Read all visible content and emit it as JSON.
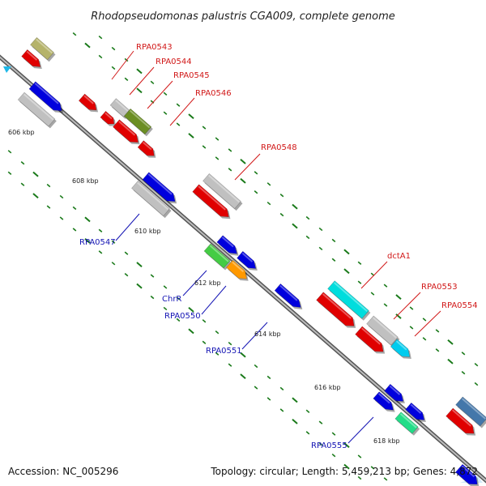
{
  "title": "Rhodopseudomonas palustris CGA009, complete genome",
  "footer": {
    "accession": "Accession: NC_005296",
    "summary": "Topology: circular; Length: 5,459,213 bp; Genes: 4,872"
  },
  "colors": {
    "backbone": "#7f7f7f",
    "tick": "#1a7a1a",
    "label_forward": "#d11818",
    "label_reverse": "#1414b4"
  },
  "kbp_labels": [
    "606 kbp",
    "608 kbp",
    "610 kbp",
    "612 kbp",
    "614 kbp",
    "616 kbp",
    "618 kbp"
  ],
  "gene_labels": [
    {
      "name": "RPA0543",
      "strand": "forward"
    },
    {
      "name": "RPA0544",
      "strand": "forward"
    },
    {
      "name": "RPA0545",
      "strand": "forward"
    },
    {
      "name": "RPA0546",
      "strand": "forward"
    },
    {
      "name": "RPA0548",
      "strand": "forward"
    },
    {
      "name": "dctA1",
      "strand": "forward"
    },
    {
      "name": "RPA0553",
      "strand": "forward"
    },
    {
      "name": "RPA0554",
      "strand": "forward"
    },
    {
      "name": "RPA0547",
      "strand": "reverse"
    },
    {
      "name": "ChrR",
      "strand": "reverse"
    },
    {
      "name": "RPA0550",
      "strand": "reverse"
    },
    {
      "name": "RPA0551",
      "strand": "reverse"
    },
    {
      "name": "RPA0555",
      "strand": "reverse"
    }
  ],
  "genes": [
    {
      "color": "#b5b36a",
      "arrow": false
    },
    {
      "color": "#e00000",
      "arrow": true
    },
    {
      "color": "#0000dd",
      "arrow": true
    },
    {
      "color": "#c0c0c0",
      "arrow": false
    },
    {
      "color": "#e00000",
      "arrow": true
    },
    {
      "color": "#c0c0c0",
      "arrow": false
    },
    {
      "color": "#e00000",
      "arrow": true
    },
    {
      "color": "#6b8e23",
      "arrow": false
    },
    {
      "color": "#e00000",
      "arrow": true
    },
    {
      "color": "#e00000",
      "arrow": true
    },
    {
      "color": "#0000dd",
      "arrow": true
    },
    {
      "color": "#c0c0c0",
      "arrow": false
    },
    {
      "color": "#c0c0c0",
      "arrow": false
    },
    {
      "color": "#e00000",
      "arrow": true
    },
    {
      "color": "#0000dd",
      "arrow": true
    },
    {
      "color": "#0000dd",
      "arrow": true
    },
    {
      "color": "#44cc44",
      "arrow": false
    },
    {
      "color": "#ff9900",
      "arrow": true
    },
    {
      "color": "#0000dd",
      "arrow": true
    },
    {
      "color": "#00dddd",
      "arrow": false
    },
    {
      "color": "#e00000",
      "arrow": true
    },
    {
      "color": "#c0c0c0",
      "arrow": false
    },
    {
      "color": "#e00000",
      "arrow": true
    },
    {
      "color": "#00ccee",
      "arrow": true
    },
    {
      "color": "#0000dd",
      "arrow": true
    },
    {
      "color": "#0000dd",
      "arrow": true
    },
    {
      "color": "#0000dd",
      "arrow": true
    },
    {
      "color": "#22dd88",
      "arrow": false
    },
    {
      "color": "#4477aa",
      "arrow": false
    },
    {
      "color": "#e00000",
      "arrow": true
    },
    {
      "color": "#0000dd",
      "arrow": true
    }
  ]
}
